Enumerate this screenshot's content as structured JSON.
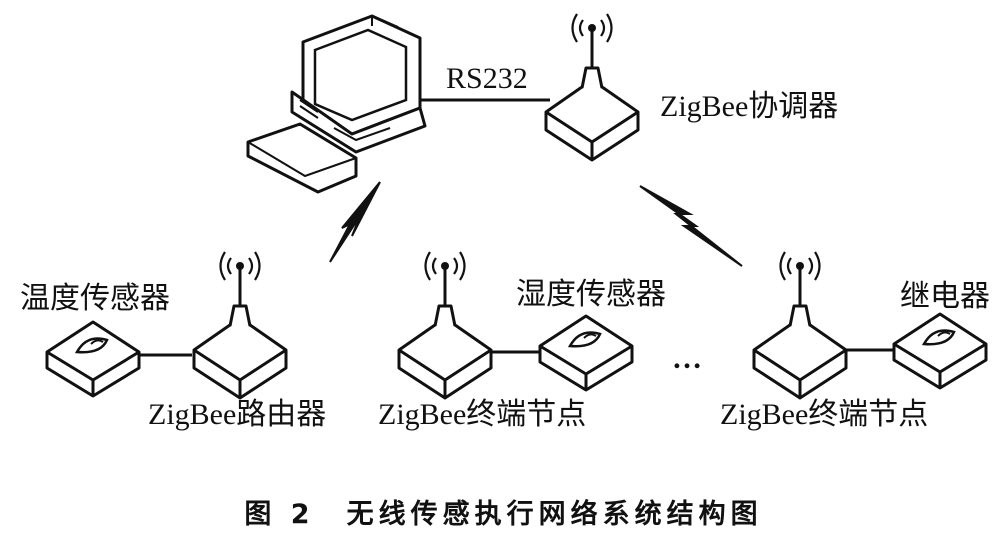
{
  "labels": {
    "rs232": "RS232",
    "coordinator": "ZigBee协调器",
    "temp_sensor": "温度传感器",
    "humidity_sensor": "湿度传感器",
    "relay": "继电器",
    "router": "ZigBee路由器",
    "end_node_1": "ZigBee终端节点",
    "end_node_2": "ZigBee终端节点",
    "ellipsis": "…"
  },
  "caption": "图 2　无线传感执行网络系统结构图"
}
